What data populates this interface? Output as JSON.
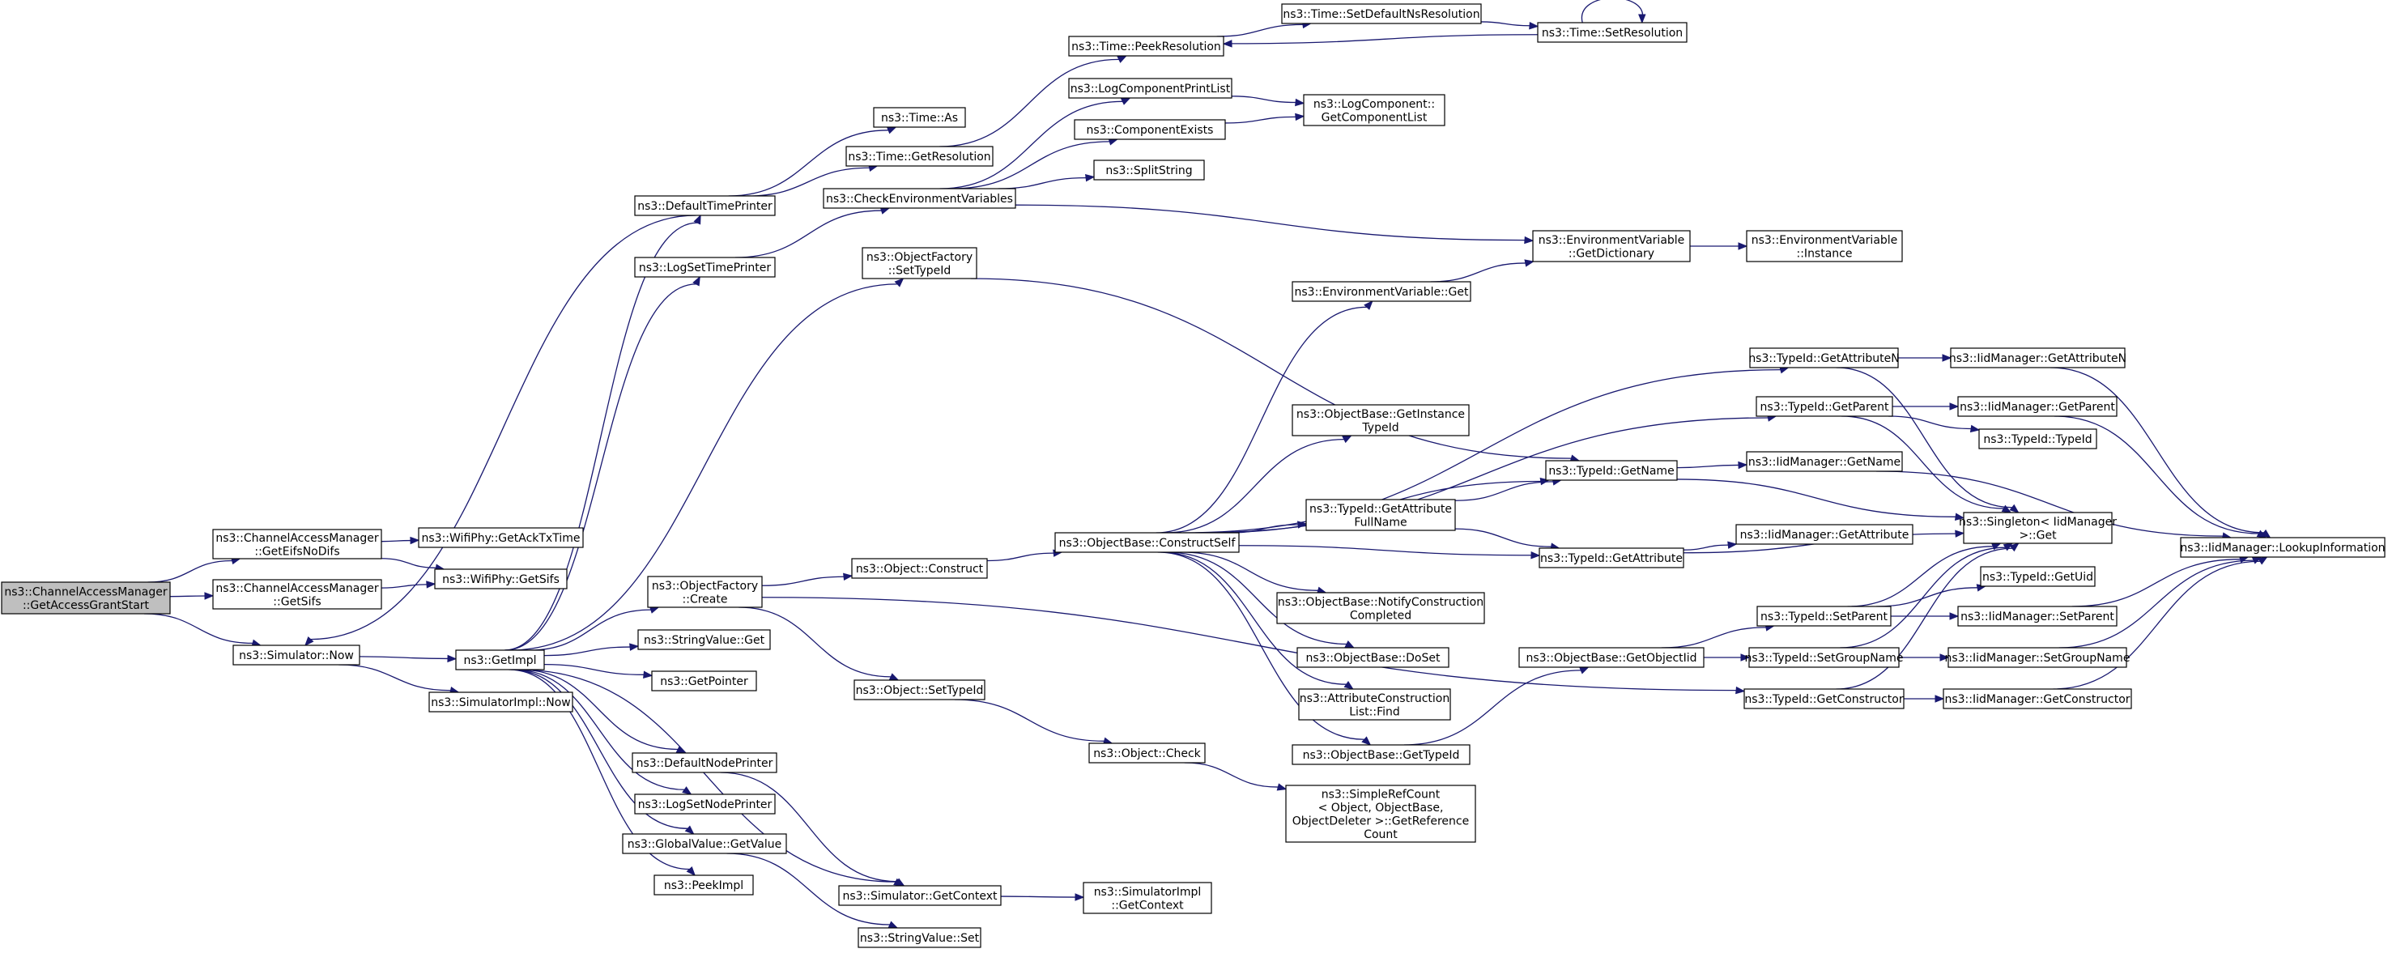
{
  "diagram": {
    "type": "call-graph",
    "colors": {
      "edge": "#191970",
      "root_fill": "#bfbfbf",
      "node_fill": "#ffffff",
      "node_stroke": "#000000"
    },
    "nodes": [
      {
        "id": "root",
        "lines": [
          "ns3::ChannelAccessManager",
          "::GetAccessGrantStart"
        ],
        "root": true
      },
      {
        "id": "eifs",
        "lines": [
          "ns3::ChannelAccessManager",
          "::GetEifsNoDifs"
        ]
      },
      {
        "id": "sifsCam",
        "lines": [
          "ns3::ChannelAccessManager",
          "::GetSifs"
        ]
      },
      {
        "id": "simNow",
        "lines": [
          "ns3::Simulator::Now"
        ]
      },
      {
        "id": "ackTx",
        "lines": [
          "ns3::WifiPhy::GetAckTxTime"
        ]
      },
      {
        "id": "phySifs",
        "lines": [
          "ns3::WifiPhy::GetSifs"
        ]
      },
      {
        "id": "getImpl",
        "lines": [
          "ns3::GetImpl"
        ]
      },
      {
        "id": "simImplNow",
        "lines": [
          "ns3::SimulatorImpl::Now"
        ]
      },
      {
        "id": "defTimePrinter",
        "lines": [
          "ns3::DefaultTimePrinter"
        ]
      },
      {
        "id": "logSetTimePrinter",
        "lines": [
          "ns3::LogSetTimePrinter"
        ]
      },
      {
        "id": "ofCreate",
        "lines": [
          "ns3::ObjectFactory",
          "::Create"
        ]
      },
      {
        "id": "svGet",
        "lines": [
          "ns3::StringValue::Get"
        ]
      },
      {
        "id": "getPointer",
        "lines": [
          "ns3::GetPointer"
        ]
      },
      {
        "id": "defNodePrinter",
        "lines": [
          "ns3::DefaultNodePrinter"
        ]
      },
      {
        "id": "logSetNodePrinter",
        "lines": [
          "ns3::LogSetNodePrinter"
        ]
      },
      {
        "id": "gvGetValue",
        "lines": [
          "ns3::GlobalValue::GetValue"
        ]
      },
      {
        "id": "peekImpl",
        "lines": [
          "ns3::PeekImpl"
        ]
      },
      {
        "id": "timeAs",
        "lines": [
          "ns3::Time::As"
        ]
      },
      {
        "id": "timeGetRes",
        "lines": [
          "ns3::Time::GetResolution"
        ]
      },
      {
        "id": "checkEnv",
        "lines": [
          "ns3::CheckEnvironmentVariables"
        ]
      },
      {
        "id": "ofSetTypeId",
        "lines": [
          "ns3::ObjectFactory",
          "::SetTypeId"
        ]
      },
      {
        "id": "objConstruct",
        "lines": [
          "ns3::Object::Construct"
        ]
      },
      {
        "id": "objSetTypeId",
        "lines": [
          "ns3::Object::SetTypeId"
        ]
      },
      {
        "id": "simGetContext",
        "lines": [
          "ns3::Simulator::GetContext"
        ]
      },
      {
        "id": "svSet",
        "lines": [
          "ns3::StringValue::Set"
        ]
      },
      {
        "id": "peekRes",
        "lines": [
          "ns3::Time::PeekResolution"
        ]
      },
      {
        "id": "logCompPrintList",
        "lines": [
          "ns3::LogComponentPrintList"
        ]
      },
      {
        "id": "compExists",
        "lines": [
          "ns3::ComponentExists"
        ]
      },
      {
        "id": "splitString",
        "lines": [
          "ns3::SplitString"
        ]
      },
      {
        "id": "obConstructSelf",
        "lines": [
          "ns3::ObjectBase::ConstructSelf"
        ]
      },
      {
        "id": "objCheck",
        "lines": [
          "ns3::Object::Check"
        ]
      },
      {
        "id": "simImplGetContext",
        "lines": [
          "ns3::SimulatorImpl",
          "::GetContext"
        ]
      },
      {
        "id": "setDefaultNsRes",
        "lines": [
          "ns3::Time::SetDefaultNsResolution"
        ]
      },
      {
        "id": "setRes",
        "lines": [
          "ns3::Time::SetResolution"
        ]
      },
      {
        "id": "logCompGetList",
        "lines": [
          "ns3::LogComponent::",
          "GetComponentList"
        ]
      },
      {
        "id": "envGet",
        "lines": [
          "ns3::EnvironmentVariable::Get"
        ]
      },
      {
        "id": "obGetInstTid",
        "lines": [
          "ns3::ObjectBase::GetInstance",
          "TypeId"
        ]
      },
      {
        "id": "tidGetAttrFullName",
        "lines": [
          "ns3::TypeId::GetAttribute",
          "FullName"
        ]
      },
      {
        "id": "obNotify",
        "lines": [
          "ns3::ObjectBase::NotifyConstruction",
          "Completed"
        ]
      },
      {
        "id": "obDoSet",
        "lines": [
          "ns3::ObjectBase::DoSet"
        ]
      },
      {
        "id": "acListFind",
        "lines": [
          "ns3::AttributeConstruction",
          "List::Find"
        ]
      },
      {
        "id": "obGetTypeId",
        "lines": [
          "ns3::ObjectBase::GetTypeId"
        ]
      },
      {
        "id": "srcGetRef",
        "lines": [
          "ns3::SimpleRefCount",
          "< Object, ObjectBase,",
          "ObjectDeleter >::GetReference",
          "Count"
        ]
      },
      {
        "id": "envGetDict",
        "lines": [
          "ns3::EnvironmentVariable",
          "::GetDictionary"
        ]
      },
      {
        "id": "tidGetName",
        "lines": [
          "ns3::TypeId::GetName"
        ]
      },
      {
        "id": "tidGetAttr",
        "lines": [
          "ns3::TypeId::GetAttribute"
        ]
      },
      {
        "id": "obGetObjectIid",
        "lines": [
          "ns3::ObjectBase::GetObjectIid"
        ]
      },
      {
        "id": "envInstance",
        "lines": [
          "ns3::EnvironmentVariable",
          "::Instance"
        ]
      },
      {
        "id": "tidGetAttrN",
        "lines": [
          "ns3::TypeId::GetAttributeN"
        ]
      },
      {
        "id": "tidGetParent",
        "lines": [
          "ns3::TypeId::GetParent"
        ]
      },
      {
        "id": "tidSetParent",
        "lines": [
          "ns3::TypeId::SetParent"
        ]
      },
      {
        "id": "tidSetGroupName",
        "lines": [
          "ns3::TypeId::SetGroupName"
        ]
      },
      {
        "id": "tidGetConstructor",
        "lines": [
          "ns3::TypeId::GetConstructor"
        ]
      },
      {
        "id": "iidGetAttrN",
        "lines": [
          "ns3::IidManager::GetAttributeN"
        ]
      },
      {
        "id": "iidGetParent",
        "lines": [
          "ns3::IidManager::GetParent"
        ]
      },
      {
        "id": "tidTypeId",
        "lines": [
          "ns3::TypeId::TypeId"
        ]
      },
      {
        "id": "iidGetName",
        "lines": [
          "ns3::IidManager::GetName"
        ]
      },
      {
        "id": "singletonGet",
        "lines": [
          "ns3::Singleton< IidManager",
          ">::Get"
        ]
      },
      {
        "id": "iidGetAttr",
        "lines": [
          "ns3::IidManager::GetAttribute"
        ]
      },
      {
        "id": "tidGetUid",
        "lines": [
          "ns3::TypeId::GetUid"
        ]
      },
      {
        "id": "iidSetParent",
        "lines": [
          "ns3::IidManager::SetParent"
        ]
      },
      {
        "id": "iidSetGroupName",
        "lines": [
          "ns3::IidManager::SetGroupName"
        ]
      },
      {
        "id": "iidGetConstructor",
        "lines": [
          "ns3::IidManager::GetConstructor"
        ]
      },
      {
        "id": "iidLookup",
        "lines": [
          "ns3::IidManager::LookupInformation"
        ]
      }
    ],
    "edges": [
      [
        "root",
        "eifs"
      ],
      [
        "root",
        "sifsCam"
      ],
      [
        "root",
        "simNow"
      ],
      [
        "eifs",
        "ackTx"
      ],
      [
        "eifs",
        "phySifs"
      ],
      [
        "sifsCam",
        "phySifs"
      ],
      [
        "simNow",
        "getImpl"
      ],
      [
        "simNow",
        "simImplNow"
      ],
      [
        "getImpl",
        "defTimePrinter"
      ],
      [
        "getImpl",
        "logSetTimePrinter"
      ],
      [
        "getImpl",
        "ofCreate"
      ],
      [
        "getImpl",
        "svGet"
      ],
      [
        "getImpl",
        "getPointer"
      ],
      [
        "getImpl",
        "defNodePrinter"
      ],
      [
        "getImpl",
        "logSetNodePrinter"
      ],
      [
        "getImpl",
        "gvGetValue"
      ],
      [
        "getImpl",
        "peekImpl"
      ],
      [
        "getImpl",
        "ofSetTypeId"
      ],
      [
        "getImpl",
        "simGetContext"
      ],
      [
        "defTimePrinter",
        "timeAs"
      ],
      [
        "defTimePrinter",
        "timeGetRes"
      ],
      [
        "defTimePrinter",
        "simNow"
      ],
      [
        "logSetTimePrinter",
        "checkEnv"
      ],
      [
        "ofCreate",
        "objConstruct"
      ],
      [
        "ofCreate",
        "objSetTypeId"
      ],
      [
        "ofCreate",
        "tidGetConstructor"
      ],
      [
        "defNodePrinter",
        "simGetContext"
      ],
      [
        "gvGetValue",
        "svSet"
      ],
      [
        "timeGetRes",
        "peekRes"
      ],
      [
        "checkEnv",
        "logCompPrintList"
      ],
      [
        "checkEnv",
        "compExists"
      ],
      [
        "checkEnv",
        "splitString"
      ],
      [
        "checkEnv",
        "envGetDict"
      ],
      [
        "ofSetTypeId",
        "tidGetName"
      ],
      [
        "objConstruct",
        "obConstructSelf"
      ],
      [
        "objSetTypeId",
        "objCheck"
      ],
      [
        "simGetContext",
        "simImplGetContext"
      ],
      [
        "peekRes",
        "setDefaultNsRes"
      ],
      [
        "setDefaultNsRes",
        "setRes"
      ],
      [
        "setRes",
        "peekRes"
      ],
      [
        "setRes",
        "setRes"
      ],
      [
        "logCompPrintList",
        "logCompGetList"
      ],
      [
        "compExists",
        "logCompGetList"
      ],
      [
        "obConstructSelf",
        "envGet"
      ],
      [
        "obConstructSelf",
        "obGetInstTid"
      ],
      [
        "obConstructSelf",
        "tidGetAttrFullName"
      ],
      [
        "obConstructSelf",
        "obNotify"
      ],
      [
        "obConstructSelf",
        "obDoSet"
      ],
      [
        "obConstructSelf",
        "acListFind"
      ],
      [
        "obConstructSelf",
        "obGetTypeId"
      ],
      [
        "obConstructSelf",
        "tidGetName"
      ],
      [
        "obConstructSelf",
        "tidGetAttr"
      ],
      [
        "obConstructSelf",
        "tidGetAttrN"
      ],
      [
        "obConstructSelf",
        "tidGetParent"
      ],
      [
        "objCheck",
        "srcGetRef"
      ],
      [
        "envGet",
        "envGetDict"
      ],
      [
        "envGetDict",
        "envInstance"
      ],
      [
        "tidGetAttrFullName",
        "tidGetName"
      ],
      [
        "tidGetAttrFullName",
        "tidGetAttr"
      ],
      [
        "obGetTypeId",
        "obGetObjectIid"
      ],
      [
        "obGetObjectIid",
        "tidSetParent"
      ],
      [
        "obGetObjectIid",
        "tidSetGroupName"
      ],
      [
        "tidGetName",
        "iidGetName"
      ],
      [
        "tidGetName",
        "singletonGet"
      ],
      [
        "tidGetAttr",
        "iidGetAttr"
      ],
      [
        "tidGetAttr",
        "singletonGet"
      ],
      [
        "tidGetAttrN",
        "iidGetAttrN"
      ],
      [
        "tidGetAttrN",
        "singletonGet"
      ],
      [
        "tidGetParent",
        "iidGetParent"
      ],
      [
        "tidGetParent",
        "tidTypeId"
      ],
      [
        "tidGetParent",
        "singletonGet"
      ],
      [
        "tidSetParent",
        "tidGetUid"
      ],
      [
        "tidSetParent",
        "iidSetParent"
      ],
      [
        "tidSetParent",
        "singletonGet"
      ],
      [
        "tidSetGroupName",
        "iidSetGroupName"
      ],
      [
        "tidSetGroupName",
        "singletonGet"
      ],
      [
        "tidGetConstructor",
        "iidGetConstructor"
      ],
      [
        "tidGetConstructor",
        "singletonGet"
      ],
      [
        "iidGetAttrN",
        "iidLookup"
      ],
      [
        "iidGetParent",
        "iidLookup"
      ],
      [
        "iidGetName",
        "iidLookup"
      ],
      [
        "iidSetParent",
        "iidLookup"
      ],
      [
        "iidSetGroupName",
        "iidLookup"
      ],
      [
        "iidGetConstructor",
        "iidLookup"
      ]
    ]
  }
}
